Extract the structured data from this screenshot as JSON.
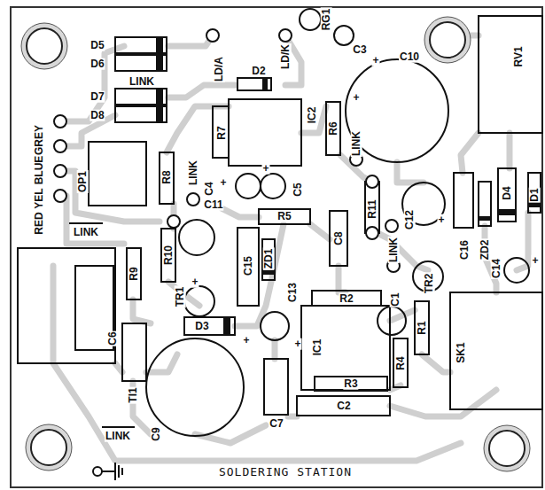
{
  "diagram": {
    "title": "SOLDERING STATION",
    "labels": [
      "D5",
      "D6",
      "LINK",
      "D7",
      "D8",
      "LD/A",
      "LD/K",
      "RG1",
      "C3",
      "+",
      "C10",
      "RV1",
      "D2",
      "R7",
      "IC2",
      "R6",
      "+",
      "LINK",
      "RED",
      "YEL",
      "BLUE",
      "GREY",
      "OP1",
      "R8",
      "LINK",
      "C4",
      "+",
      "+",
      "C5",
      "C11",
      "R5",
      "R11",
      "C12",
      "+",
      "LINK",
      "C16",
      "ZD2",
      "D4",
      "D1",
      "C14",
      "+",
      "LINK",
      "R9",
      "R10",
      "ZD1",
      "C8",
      "TR1",
      "+",
      "C15",
      "C13",
      "R2",
      "C1",
      "TR2",
      "D3",
      "+",
      "C6",
      "+",
      "IC1",
      "R1",
      "R4",
      "SK1",
      "R3",
      "TI1",
      "C9",
      "C7",
      "C2",
      "LINK"
    ]
  }
}
